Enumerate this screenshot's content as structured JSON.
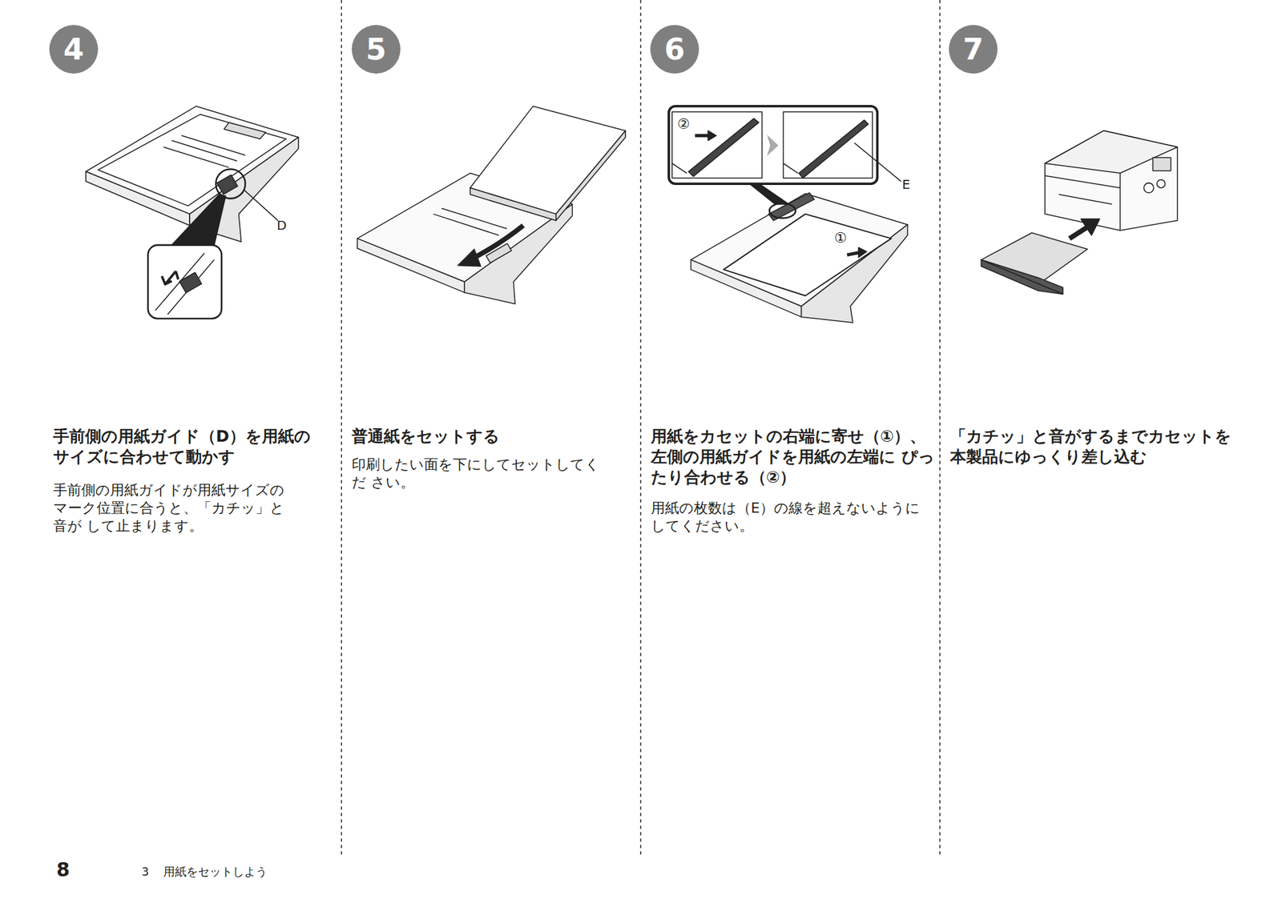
{
  "diagram": {
    "nodes": [
      {
        "text": [
          "4"
        ]
      },
      {
        "text": [
          "5"
        ]
      },
      {
        "text": [
          "6"
        ]
      },
      {
        "text": [
          "7"
        ]
      }
    ],
    "labels": [
      "D",
      "手前側の用紙ガイド（D）を用紙の サイズに合わせて動かす",
      "手前側の用紙ガイドが用紙サイズの マーク位置に合うと、「カチッ」と音が して止まります。",
      "普通紙をセットする",
      "印刷したい面を下にしてセットしてくだ さい。",
      "②",
      "E",
      "①",
      "用紙をカセットの右端に寄せ（①）、 左側の用紙ガイドを用紙の左端に ぴったり合わせる（②）",
      "用紙の枚数は（E）の線を超えないように してください。",
      "「カチッ」と音がするまでカセットを 本製品にゆっくり差し込む",
      "8",
      "3",
      "用紙をセットしよう"
    ]
  }
}
